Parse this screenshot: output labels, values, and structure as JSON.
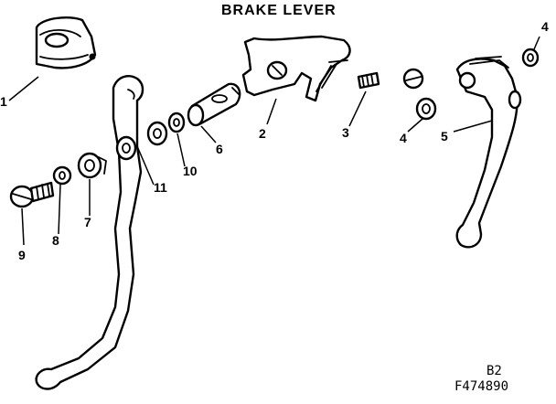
{
  "title": "BRAKE LEVER",
  "labels": {
    "l1": "1",
    "l2": "2",
    "l3": "3",
    "l4a": "4",
    "l4b": "4",
    "l5": "5",
    "l6": "6",
    "l7": "7",
    "l8": "8",
    "l9": "9",
    "l10": "10",
    "l11": "11"
  },
  "footer": {
    "page": "B2",
    "code": "F474890"
  }
}
